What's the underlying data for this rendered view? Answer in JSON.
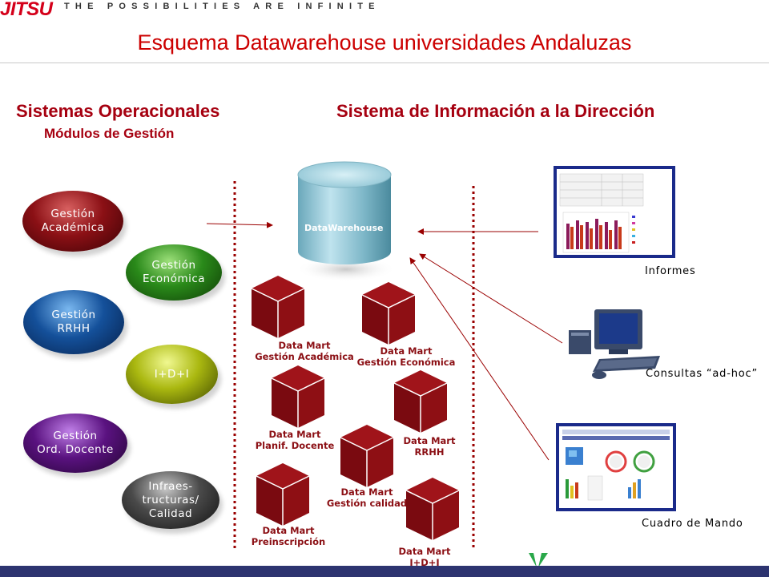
{
  "header": {
    "logo": "JITSU",
    "tagline": "THE POSSIBILITIES ARE INFINITE",
    "title": "Esquema Datawarehouse universidades Andaluzas"
  },
  "sections": {
    "left_title": "Sistemas Operacionales",
    "left_subtitle": "Módulos de Gestión",
    "right_title": "Sistema de Información a la Dirección"
  },
  "modules": [
    {
      "label": "Gestión\nAcadémica",
      "color": "#8b1015"
    },
    {
      "label": "Gestión\nEconómica",
      "color": "#2a8a1a"
    },
    {
      "label": "Gestión\nRRHH",
      "color": "#14509a"
    },
    {
      "label": "I+D+I",
      "color": "#9aaa10"
    },
    {
      "label": "Gestión\nOrd. Docente",
      "color": "#5a1280"
    },
    {
      "label": "Infraes-\ntructuras/\nCalidad",
      "color": "#3a3a3a"
    }
  ],
  "datawarehouse": {
    "label": "DataWarehouse"
  },
  "datamarts": [
    {
      "label": "Data Mart\nGestión Académica"
    },
    {
      "label": "Data Mart\nGestión Económica"
    },
    {
      "label": "Data Mart\nPlanif. Docente"
    },
    {
      "label": "Data Mart\nRRHH"
    },
    {
      "label": "Data Mart\nGestión calidad"
    },
    {
      "label": "Data Mart\nPreinscripción"
    },
    {
      "label": "Data Mart\nI+D+I"
    }
  ],
  "outputs": {
    "informes": "Informes",
    "consultas": "Consultas “ad-hoc”",
    "cuadro": "Cuadro de Mando"
  },
  "colors": {
    "accent": "#cc0000",
    "datamart": "#8b1015",
    "footer": "#2d3470"
  }
}
